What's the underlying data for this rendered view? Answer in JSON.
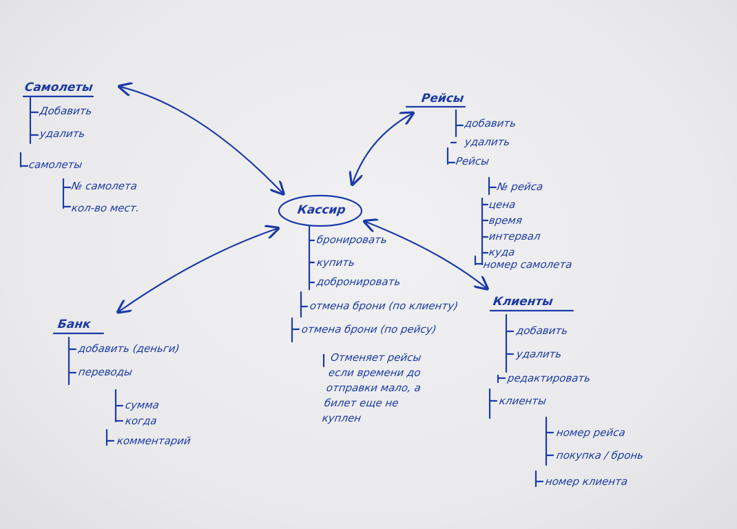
{
  "center": {
    "label": "Кассир"
  },
  "planes": {
    "title": "Самолеты",
    "items": [
      "Добавить",
      "удалить",
      "самолеты"
    ],
    "subitems": [
      "№ самолета",
      "кол-во мест."
    ]
  },
  "flights": {
    "title": "Рейсы",
    "items": [
      "добавить",
      "удалить",
      "Рейсы"
    ],
    "subitems": [
      "№ рейса",
      "цена",
      "время",
      "интервал",
      "куда",
      "номер самолета"
    ]
  },
  "bank": {
    "title": "Банк",
    "items": [
      "добавить (деньги)",
      "переводы"
    ],
    "subitems": [
      "сумма",
      "когда",
      "комментарий"
    ]
  },
  "cashier": {
    "items": [
      "бронировать",
      "купить",
      "добронировать",
      "отмена брони (по клиенту)",
      "отмена брони (по рейсу)"
    ],
    "note": "Отменяет рейсы\nесли времени до\nотправки мало, а\nбилет еще не\nкуплен"
  },
  "clients": {
    "title": "Клиенты",
    "items": [
      "добавить",
      "удалить",
      "редактировать",
      "клиенты"
    ],
    "subitems": [
      "номер рейса",
      "покупка / бронь",
      "номер клиента"
    ]
  },
  "colors": {
    "ink": "#1b3aa6",
    "paper": "#ececee"
  }
}
